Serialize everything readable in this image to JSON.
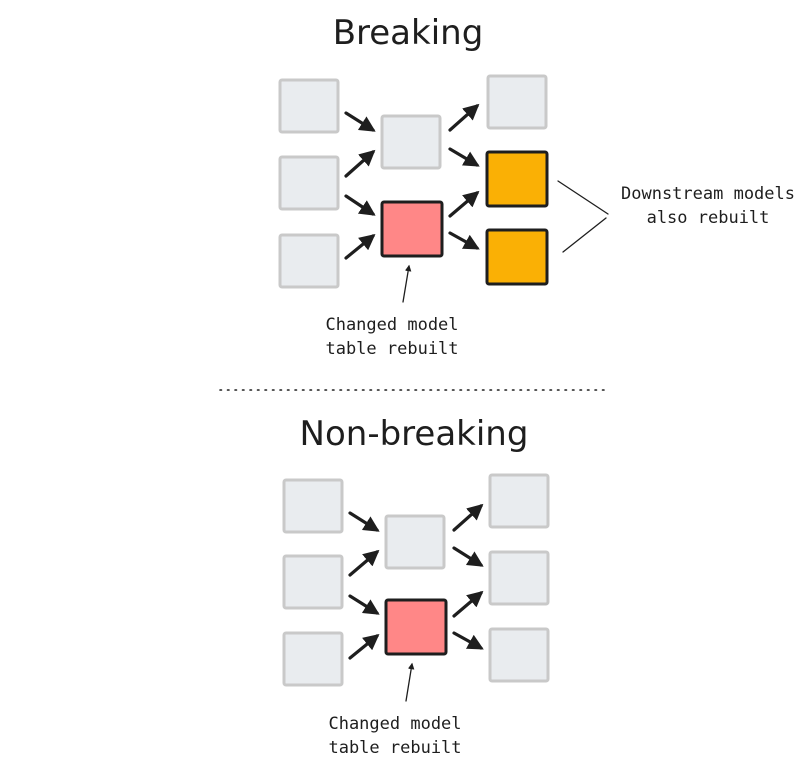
{
  "breaking": {
    "title": "Breaking",
    "changed_note": [
      "Changed model",
      "table rebuilt"
    ],
    "downstream_note": [
      "Downstream models",
      "also rebuilt"
    ]
  },
  "non_breaking": {
    "title": "Non-breaking",
    "changed_note": [
      "Changed model",
      "table rebuilt"
    ]
  },
  "colors": {
    "unchanged": "#e9ecef",
    "changed": "#ff8787",
    "downstream": "#fab005",
    "ink": "#1e1e1e"
  }
}
